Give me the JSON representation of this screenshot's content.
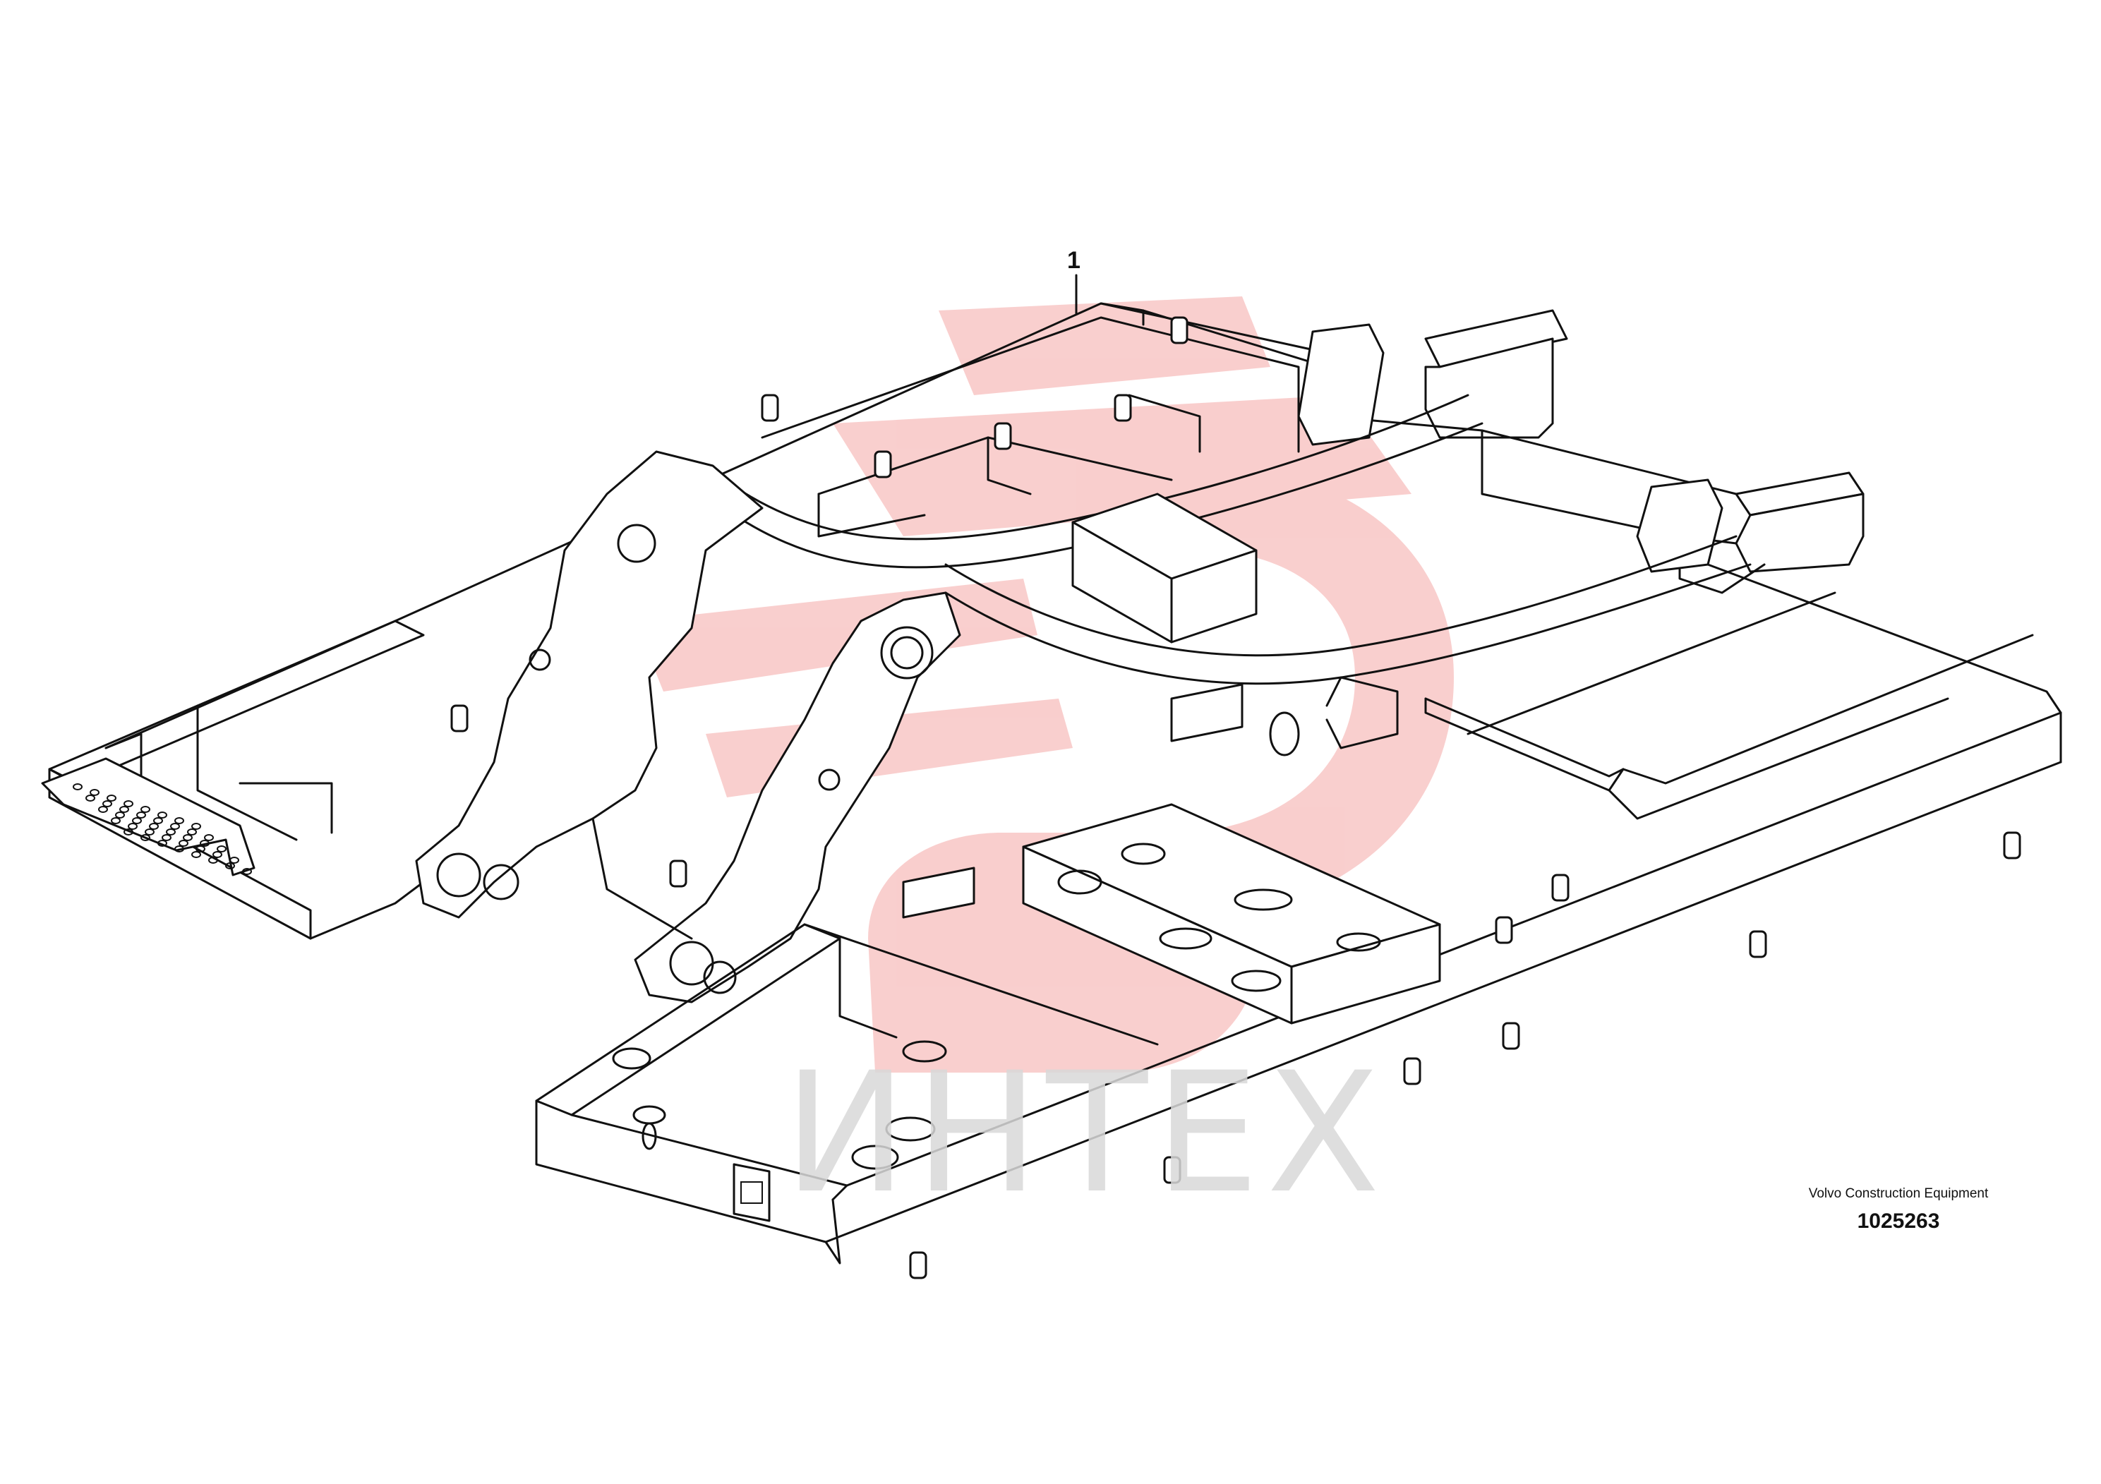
{
  "diagram": {
    "callouts": [
      {
        "id": "1",
        "label": "1"
      }
    ]
  },
  "footer": {
    "manufacturer": "Volvo Construction Equipment",
    "part_number": "1025263"
  },
  "watermark": {
    "text": "ИНТЕХ",
    "color": "#e52420",
    "text_color": "#d9d9d9"
  },
  "colors": {
    "line": "#111111",
    "background": "#ffffff"
  }
}
